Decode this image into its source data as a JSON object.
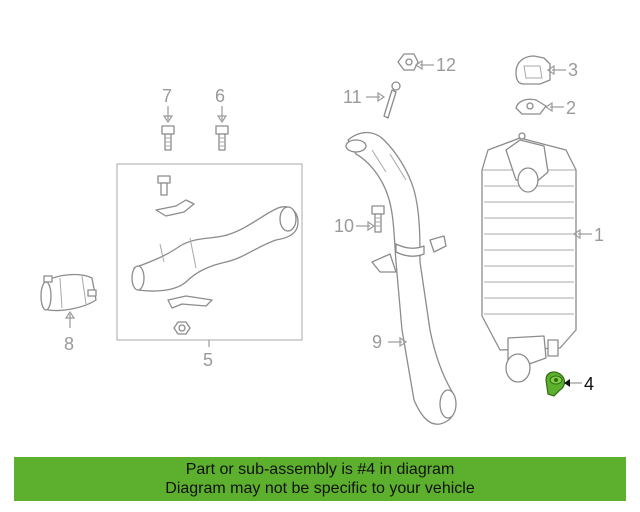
{
  "diagram": {
    "callouts": [
      "1",
      "2",
      "3",
      "4",
      "5",
      "6",
      "7",
      "8",
      "9",
      "10",
      "11",
      "12"
    ],
    "highlight_callout": "4",
    "highlight_color": "#5db02d"
  },
  "banner": {
    "line1": "Part or sub-assembly is #4 in diagram",
    "line2": "Diagram may not be specific to your vehicle",
    "background": "#5db02d"
  }
}
